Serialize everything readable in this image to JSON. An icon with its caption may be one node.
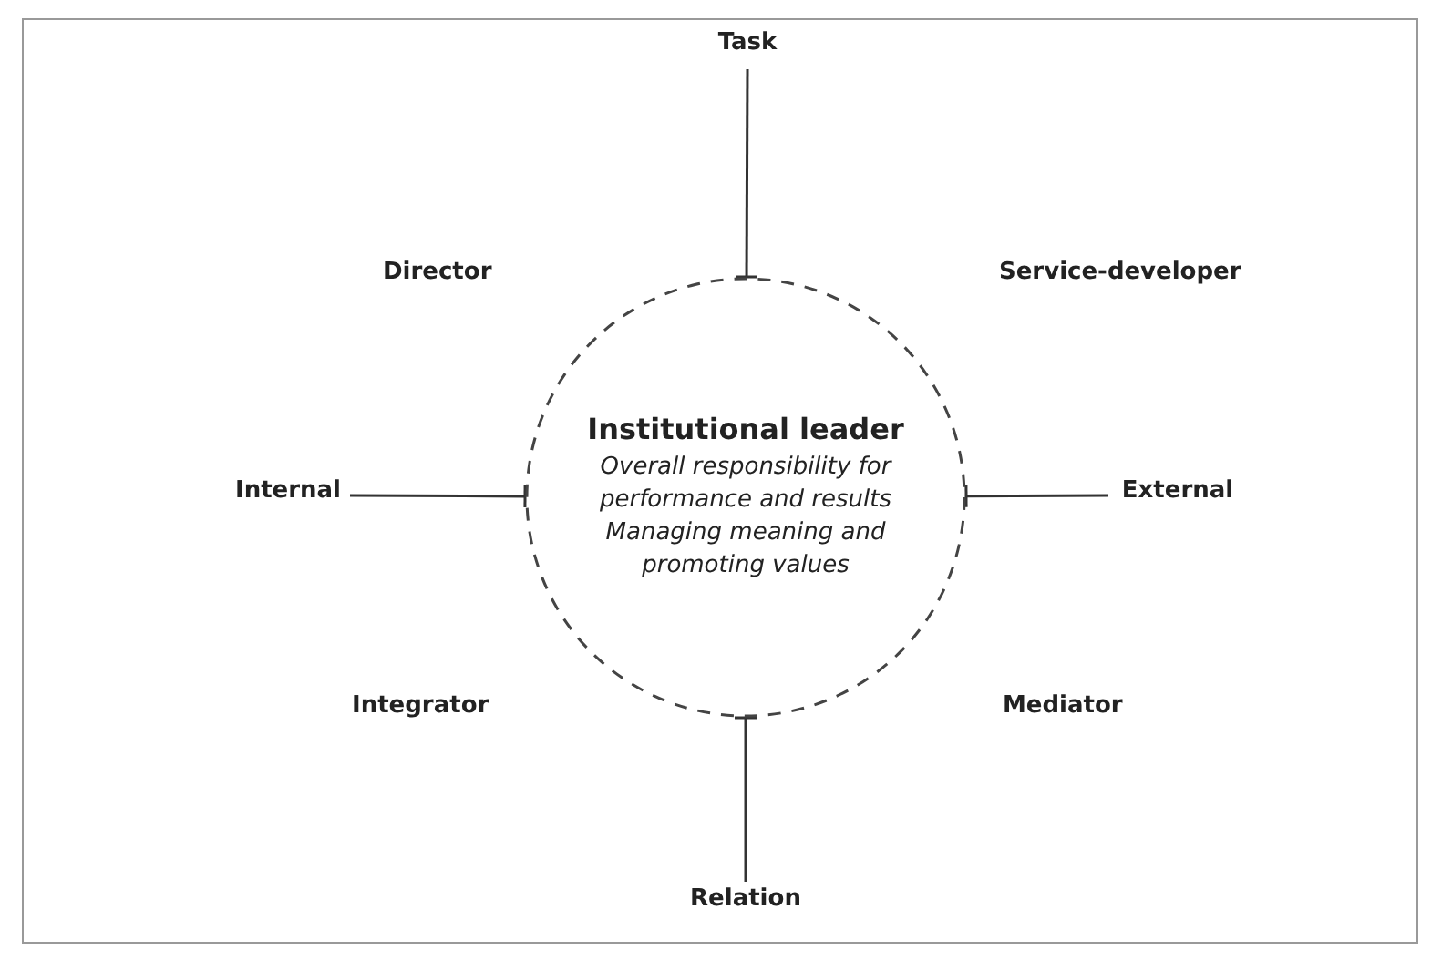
{
  "diagram": {
    "nodes": [
      {
        "text": [
          "Task"
        ]
      },
      {
        "text": [
          "Internal"
        ]
      },
      {
        "text": [
          "Institutional leader",
          "Overall responsibility for performance and results",
          "Managing meaning and promoting values"
        ]
      },
      {
        "text": [
          "External"
        ]
      },
      {
        "text": [
          "Relation"
        ]
      }
    ],
    "edges": [
      {
        "from": 0,
        "to": 2,
        "arrow": "other"
      },
      {
        "from": 1,
        "to": 2,
        "arrow": "other"
      },
      {
        "from": 3,
        "to": 2,
        "arrow": "other"
      },
      {
        "from": 4,
        "to": 2,
        "arrow": "other"
      }
    ],
    "labels": [
      "Director",
      "Service-developer",
      "Integrator",
      "Mediator"
    ]
  }
}
